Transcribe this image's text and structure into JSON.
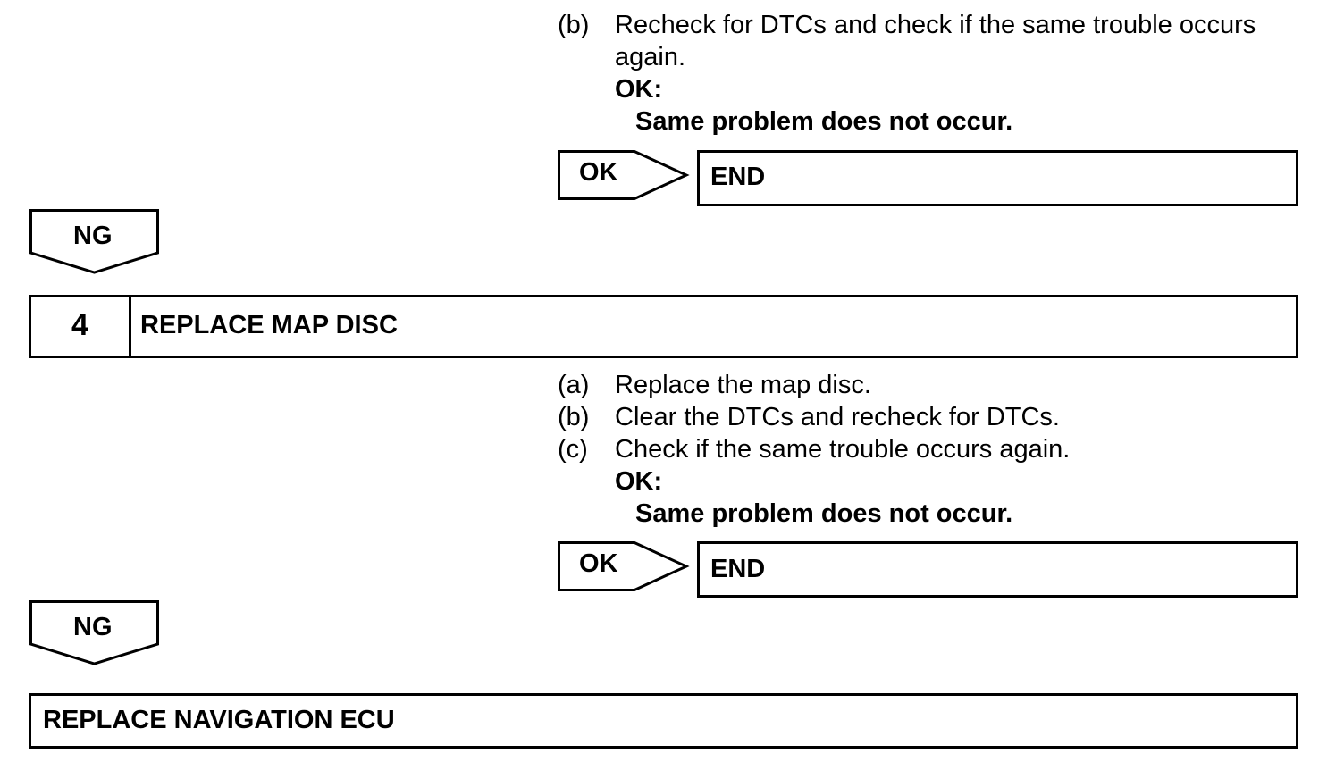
{
  "step3": {
    "item_b": {
      "marker": "(b)",
      "line1": "Recheck for DTCs and check if the same trouble occurs",
      "line2": "again."
    },
    "ok_heading": "OK:",
    "ok_condition": "Same problem does not occur.",
    "ok_arrow_label": "OK",
    "ok_result": "END",
    "ng_label": "NG"
  },
  "step4": {
    "number": "4",
    "title": "REPLACE MAP DISC",
    "items": [
      {
        "marker": "(a)",
        "text": "Replace the map disc."
      },
      {
        "marker": "(b)",
        "text": "Clear the DTCs and recheck for DTCs."
      },
      {
        "marker": "(c)",
        "text": "Check if the same trouble occurs again."
      }
    ],
    "ok_heading": "OK:",
    "ok_condition": "Same problem does not occur.",
    "ok_arrow_label": "OK",
    "ok_result": "END",
    "ng_label": "NG"
  },
  "final": {
    "title": "REPLACE NAVIGATION ECU"
  }
}
